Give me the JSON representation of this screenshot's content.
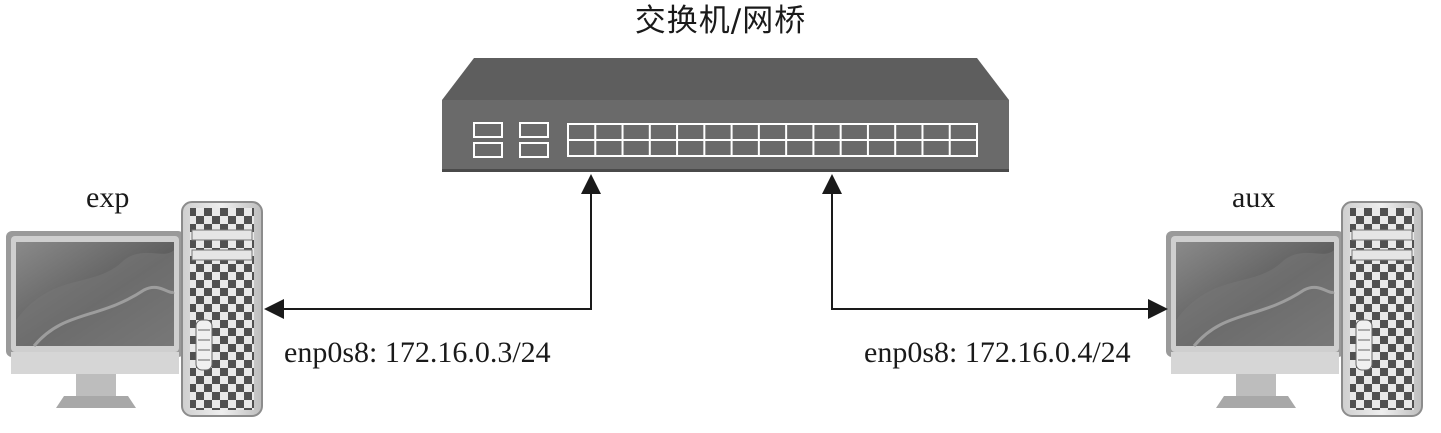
{
  "title": "交换机/网桥",
  "nodes": {
    "exp": {
      "name": "exp",
      "interface_label": "enp0s8: 172.16.0.3/24"
    },
    "aux": {
      "name": "aux",
      "interface_label": "enp0s8: 172.16.0.4/24"
    }
  },
  "colors": {
    "line": "#1a1a1a",
    "switch_top": "#5f5f5f",
    "switch_front": "#6a6a6a",
    "screen": "#6e6e6e",
    "tower": "#d9d9d9"
  },
  "icons": [
    "network-switch-icon",
    "desktop-computer-icon"
  ]
}
